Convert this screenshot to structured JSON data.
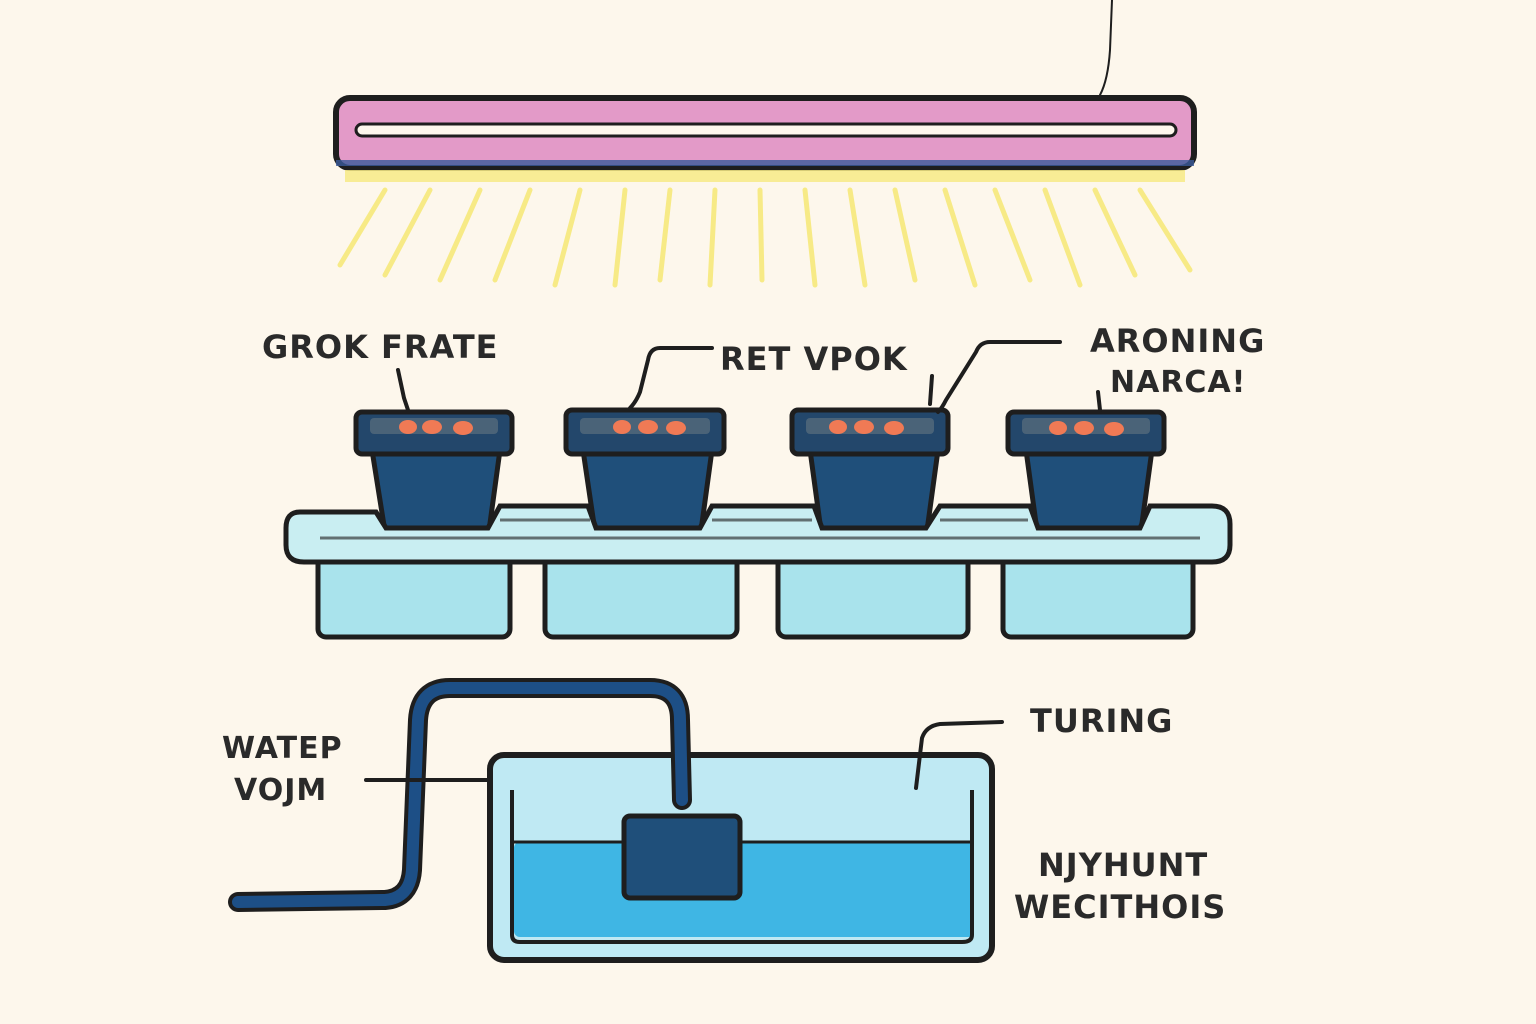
{
  "colors": {
    "background": "#fdf7ec",
    "grow_light_tube": "#e39ac8",
    "light_rays": "#f7ea86",
    "pot": "#1f4f7a",
    "seeds": "#f07a55",
    "tray_water": "#a9e3ec",
    "reservoir_water": "#3fb6e4",
    "pump": "#1f4f7a",
    "tubing": "#1d4f86",
    "outline": "#1e1e1e"
  },
  "labels": {
    "pot_1": "GROK FRATE",
    "pot_2": "RET VPOK",
    "pot_3_line1": "ARONING",
    "pot_3_line2": "NARCA!",
    "pump_line1": "WATEP",
    "pump_line2": "VOJM",
    "tubing": "TURING",
    "reservoir_line1": "NJYHUNT",
    "reservoir_line2": "WECITHOIS"
  },
  "components": {
    "pot_count": 4,
    "seeds_per_pot": 3,
    "tray_reservoirs": 4
  }
}
